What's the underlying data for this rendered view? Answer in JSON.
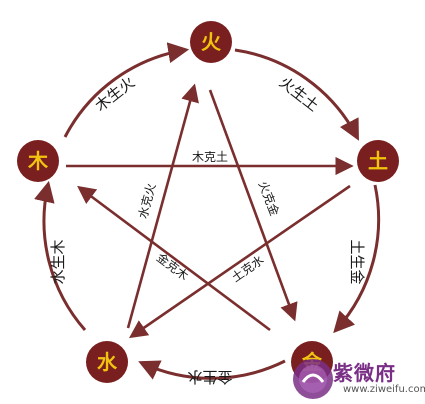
{
  "nodes": {
    "fire": {
      "label": "火"
    },
    "earth": {
      "label": "土"
    },
    "metal": {
      "label": "金"
    },
    "water": {
      "label": "水"
    },
    "wood": {
      "label": "木"
    }
  },
  "generating": {
    "wood_fire": "木生火",
    "fire_earth": "火生土",
    "earth_metal": "土生金",
    "metal_water": "金生水",
    "water_wood": "水生木"
  },
  "overcoming": {
    "wood_earth": "木克土",
    "water_fire": "水克火",
    "fire_metal": "火克金",
    "metal_wood": "金克木",
    "earth_water": "土克水"
  },
  "watermark": {
    "brand": "紫微府",
    "url": "www.ziweifu.com"
  },
  "colors": {
    "node_fill": "#7a1f1f",
    "arrow": "#7a2e2e",
    "node_text": "#f1c40f",
    "watermark_purple": "#7a2f86"
  }
}
